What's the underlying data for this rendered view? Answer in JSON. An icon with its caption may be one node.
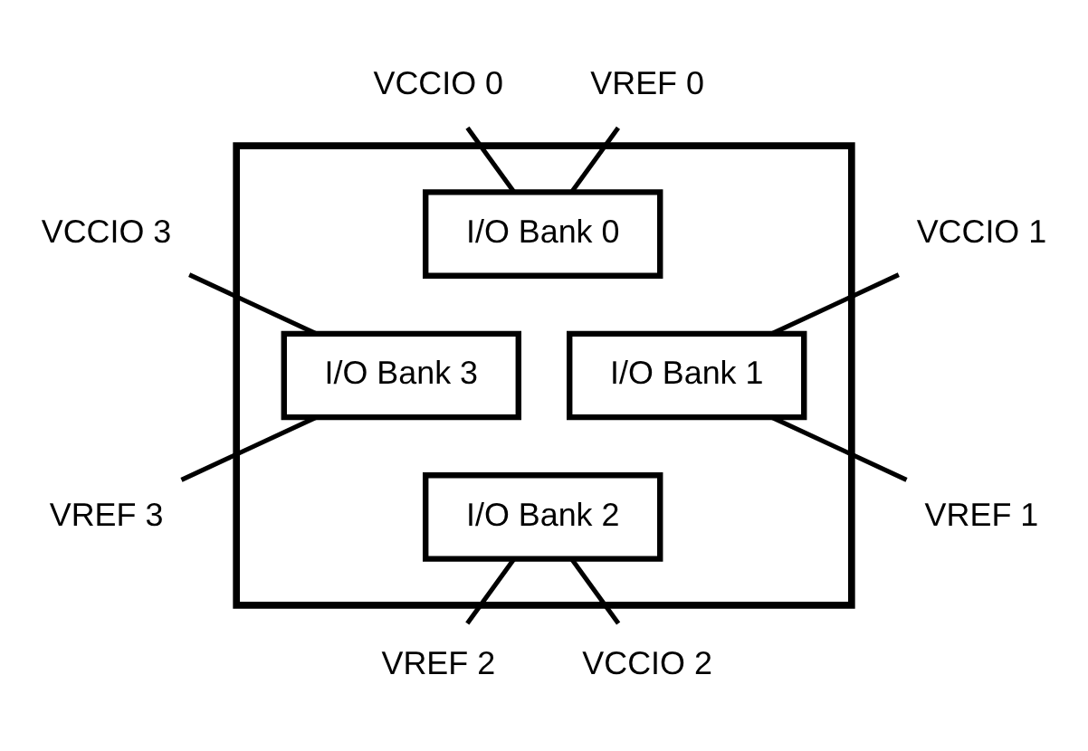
{
  "diagram": {
    "nodes": [
      {
        "text": [],
        "shape": "box"
      },
      {
        "text": [
          "VCCIO 0"
        ]
      },
      {
        "text": [
          "VREF 0"
        ]
      },
      {
        "text": [
          "I/O Bank 0"
        ],
        "in": 0
      },
      {
        "text": [
          "VCCIO 3"
        ]
      },
      {
        "text": [
          "I/O Bank 3"
        ],
        "in": 0
      },
      {
        "text": [
          "I/O Bank 1"
        ],
        "in": 0
      },
      {
        "text": [
          "VCCIO 1"
        ]
      },
      {
        "text": [
          "VREF 3"
        ]
      },
      {
        "text": [
          "VREF 1"
        ]
      },
      {
        "text": [
          "I/O Bank 2"
        ],
        "in": 0
      },
      {
        "text": [
          "VREF 2"
        ]
      },
      {
        "text": [
          "VCCIO 2"
        ]
      }
    ],
    "edges": [
      {
        "from": 1,
        "to": 3,
        "arrow": "none"
      },
      {
        "from": 2,
        "to": 3,
        "arrow": "none"
      },
      {
        "from": 4,
        "to": 5,
        "arrow": "none"
      },
      {
        "from": 8,
        "to": 5,
        "arrow": "none"
      },
      {
        "from": 6,
        "to": 7,
        "arrow": "none"
      },
      {
        "from": 6,
        "to": 9,
        "arrow": "none"
      },
      {
        "from": 10,
        "to": 11,
        "arrow": "none"
      },
      {
        "from": 10,
        "to": 12,
        "arrow": "none"
      }
    ]
  }
}
